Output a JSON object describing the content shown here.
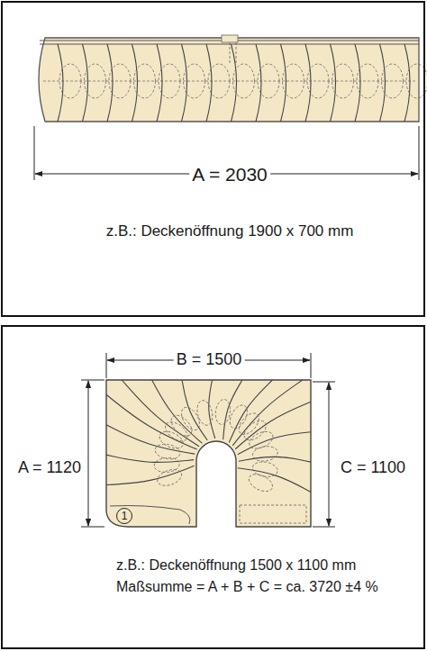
{
  "diagram": {
    "nodes": [
      {
        "text": [
          "z.B.: Deckenöffnung 1900 x 700 mm"
        ]
      },
      {
        "text": [
          "z.B.: Deckenöffnung 1500 x 1100 mm",
          "Maßsumme = A + B + C = ca. 3720 ±4 %"
        ]
      },
      {
        "text": [
          "1"
        ],
        "in": 1
      }
    ],
    "labels": [
      "A = 2030",
      "B = 1500",
      "A = 1120",
      "C = 1100"
    ]
  }
}
